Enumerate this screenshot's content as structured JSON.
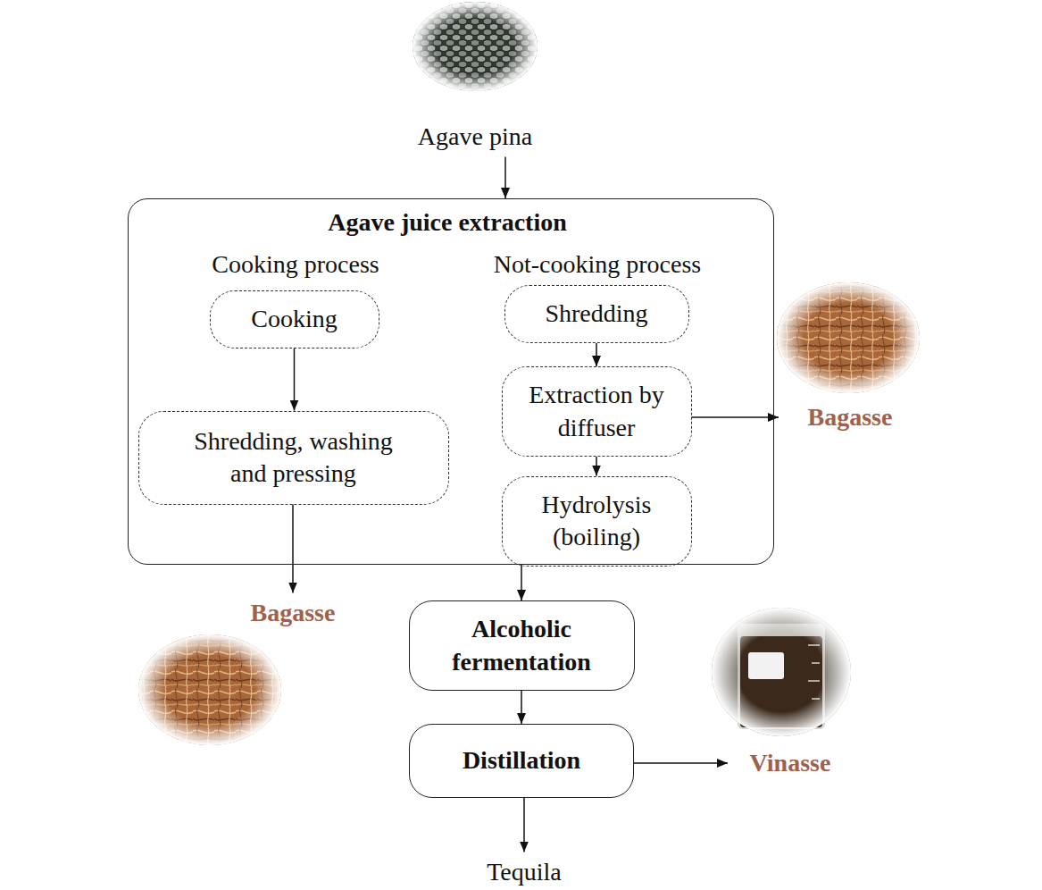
{
  "diagram": {
    "nodes": [
      {
        "text": [
          "Agave pina"
        ]
      },
      {
        "text": [
          "Agave juice extraction",
          "Cooking process",
          "Not-cooking process"
        ]
      },
      {
        "text": [
          "Cooking"
        ],
        "in": 1
      },
      {
        "text": [
          "Shredding, washing and pressing"
        ],
        "in": 1
      },
      {
        "text": [
          "Shredding"
        ],
        "in": 1
      },
      {
        "text": [
          "Extraction by diffuser"
        ],
        "in": 1
      },
      {
        "text": [
          "Hydrolysis (boiling)"
        ],
        "in": 1
      },
      {
        "text": [
          "Bagasse"
        ]
      },
      {
        "text": [
          "Bagasse"
        ]
      },
      {
        "text": [
          "Alcoholic fermentation"
        ]
      },
      {
        "text": [
          "Distillation"
        ]
      },
      {
        "text": [
          "Vinasse"
        ]
      },
      {
        "text": [
          "Tequila"
        ]
      }
    ],
    "edges": [
      {
        "from": 0,
        "to": 1,
        "arrow": "to"
      },
      {
        "from": 2,
        "to": 3,
        "arrow": "to"
      },
      {
        "from": 4,
        "to": 5,
        "arrow": "to"
      },
      {
        "from": 5,
        "to": 6,
        "arrow": "to"
      },
      {
        "from": 5,
        "to": 7,
        "arrow": "to"
      },
      {
        "from": 3,
        "to": 8,
        "arrow": "to"
      },
      {
        "from": 1,
        "to": 9,
        "arrow": "to"
      },
      {
        "from": 9,
        "to": 10,
        "arrow": "to"
      },
      {
        "from": 10,
        "to": 11,
        "arrow": "to"
      },
      {
        "from": 10,
        "to": 12,
        "arrow": "to"
      }
    ]
  }
}
